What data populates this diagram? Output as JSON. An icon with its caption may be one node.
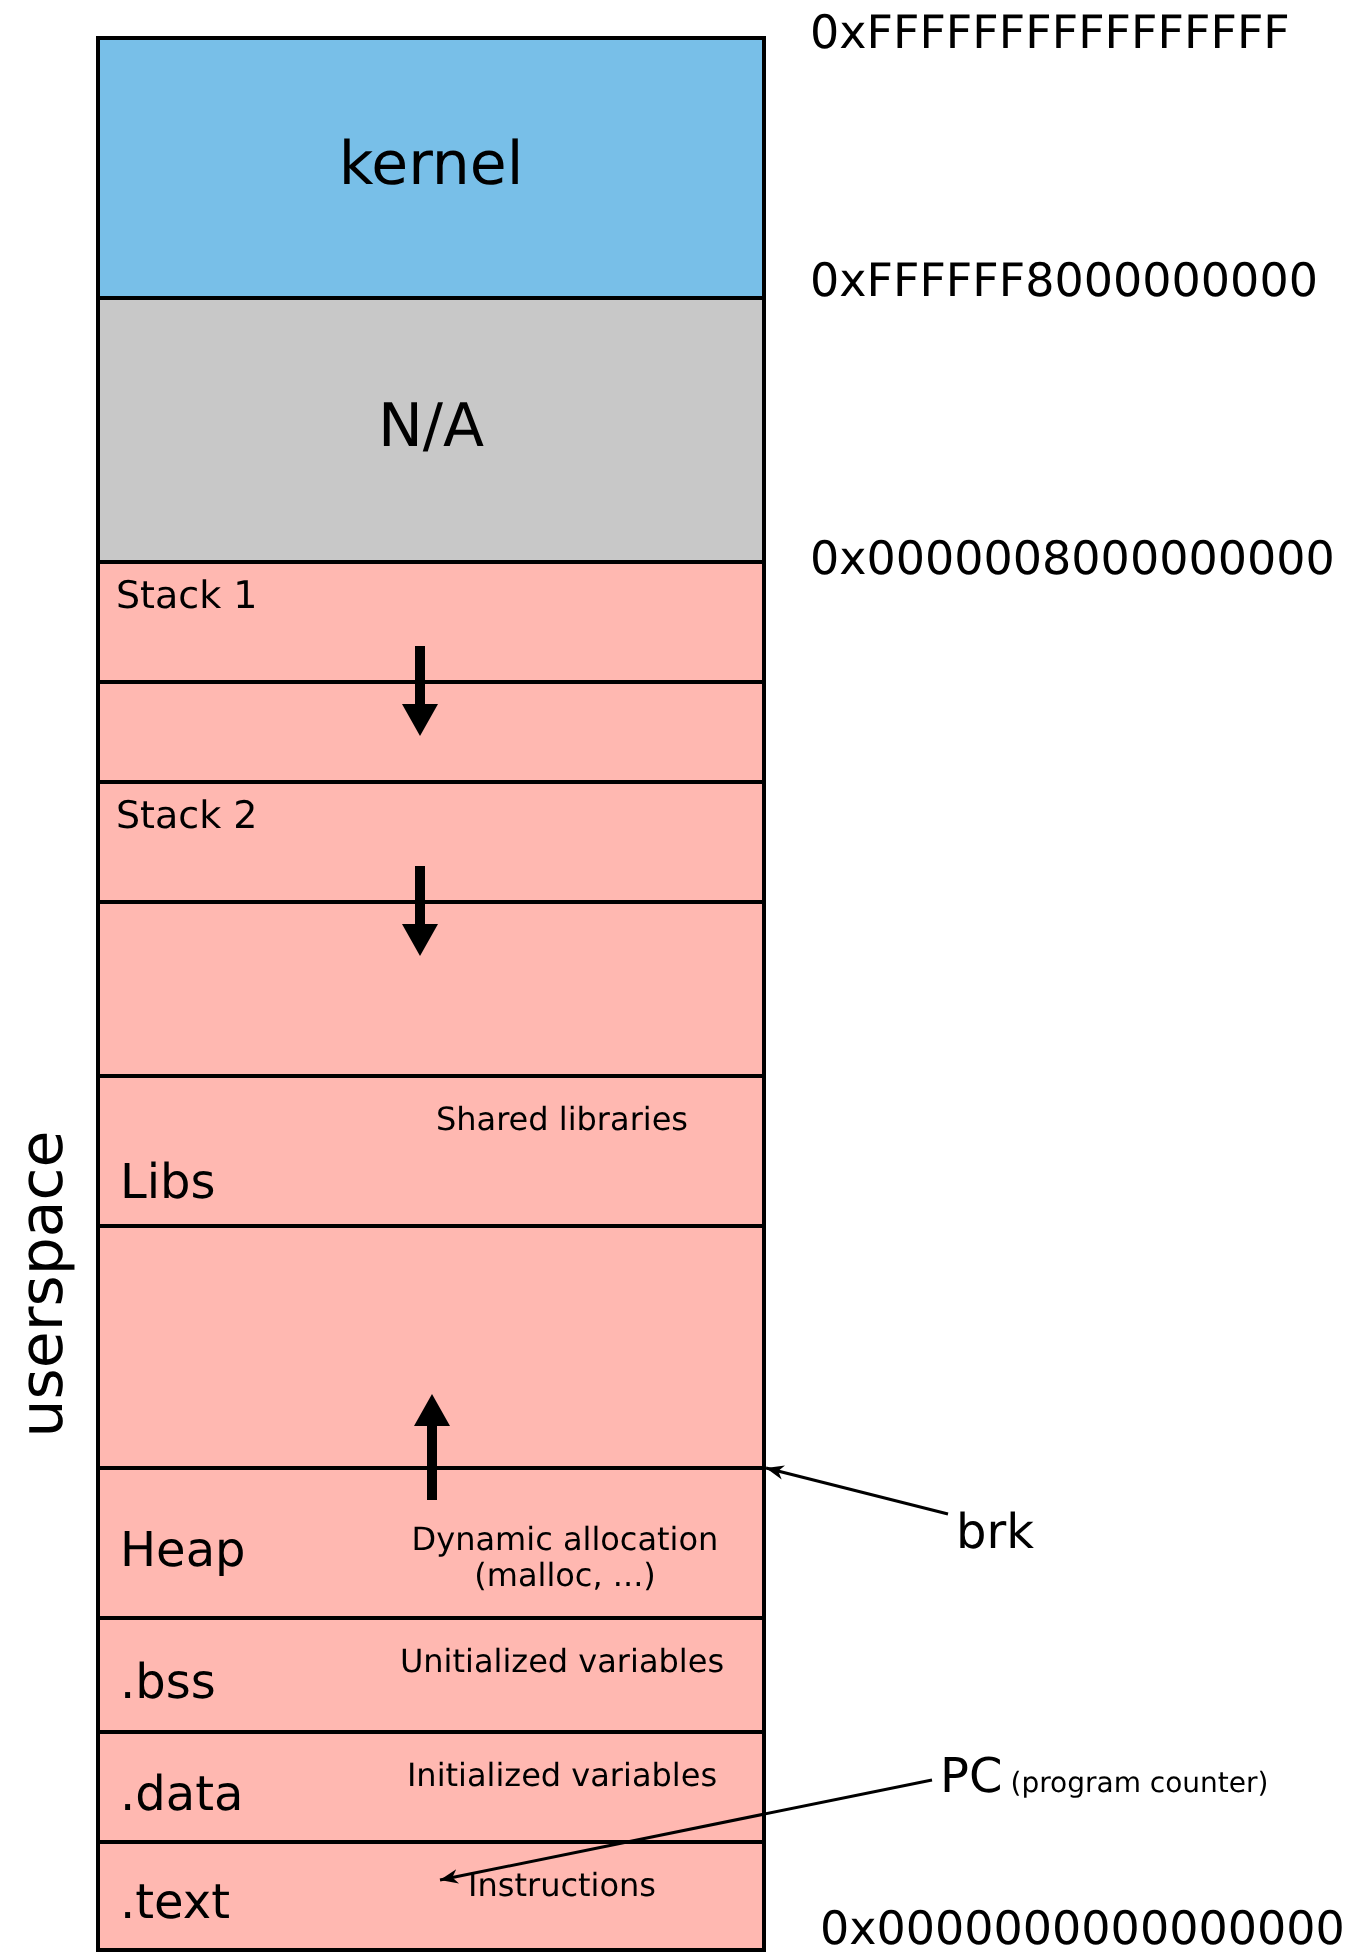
{
  "diagram": {
    "nodes": [
      {
        "text": [
          "kernel"
        ]
      },
      {
        "text": [
          "N/A"
        ]
      },
      {
        "text": [
          "Stack 1"
        ]
      },
      {
        "text": [],
        "shape": "box"
      },
      {
        "text": [
          "Stack 2"
        ]
      },
      {
        "text": [],
        "shape": "box"
      },
      {
        "text": [
          "Libs",
          "Shared libraries"
        ]
      },
      {
        "text": [],
        "shape": "box"
      },
      {
        "text": [
          "Heap",
          "Dynamic allocation (malloc, ...)"
        ]
      },
      {
        "text": [
          ".bss",
          "Unitialized variables"
        ]
      },
      {
        "text": [
          ".data",
          "Initialized variables"
        ]
      },
      {
        "text": [
          ".text",
          "Instructions"
        ]
      },
      {
        "text": [
          "brk"
        ]
      },
      {
        "text": [
          "PC",
          "(program counter)"
        ]
      }
    ],
    "edges": [
      {
        "from": 2,
        "to": 3,
        "arrow": "to",
        "style": "thick"
      },
      {
        "from": 4,
        "to": 5,
        "arrow": "to",
        "style": "thick"
      },
      {
        "from": 8,
        "to": 7,
        "arrow": "to",
        "style": "thick"
      },
      {
        "from": 12,
        "to": 8,
        "arrow": "to"
      },
      {
        "from": 13,
        "to": 11,
        "arrow": "to"
      }
    ],
    "labels": [
      "0xFFFFFFFFFFFFFFFF",
      "0xFFFFFF8000000000",
      "0x0000008000000000",
      "userspace",
      "0x0000000000000000"
    ]
  }
}
